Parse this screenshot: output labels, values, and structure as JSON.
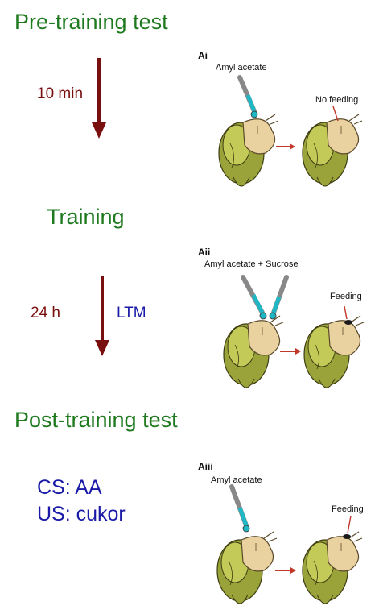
{
  "stages": {
    "pre": "Pre-training test",
    "training": "Training",
    "post": "Post-training test"
  },
  "timings": {
    "first": "10 min",
    "second": "24 h",
    "memory": "LTM"
  },
  "conditioning": {
    "cs": "CS: AA",
    "us": "US: cukor"
  },
  "panels": [
    {
      "id": "Ai",
      "stimulus": "Amyl acetate",
      "outcome": "No feeding"
    },
    {
      "id": "Aii",
      "stimulus": "Amyl acetate + Sucrose",
      "outcome": "Feeding"
    },
    {
      "id": "Aiii",
      "stimulus": "Amyl acetate",
      "outcome": "Feeding"
    }
  ],
  "colors": {
    "stage_text": "#1f7a1f",
    "timing_text": "#7a0f0f",
    "arrow": "#7a0f0f",
    "blue_text": "#1a1aa6",
    "snail_shell": "#9aa33a",
    "snail_body": "#e9d2a0",
    "pipette_liquid": "#1fb7c4",
    "small_arrow": "#c0392b"
  }
}
